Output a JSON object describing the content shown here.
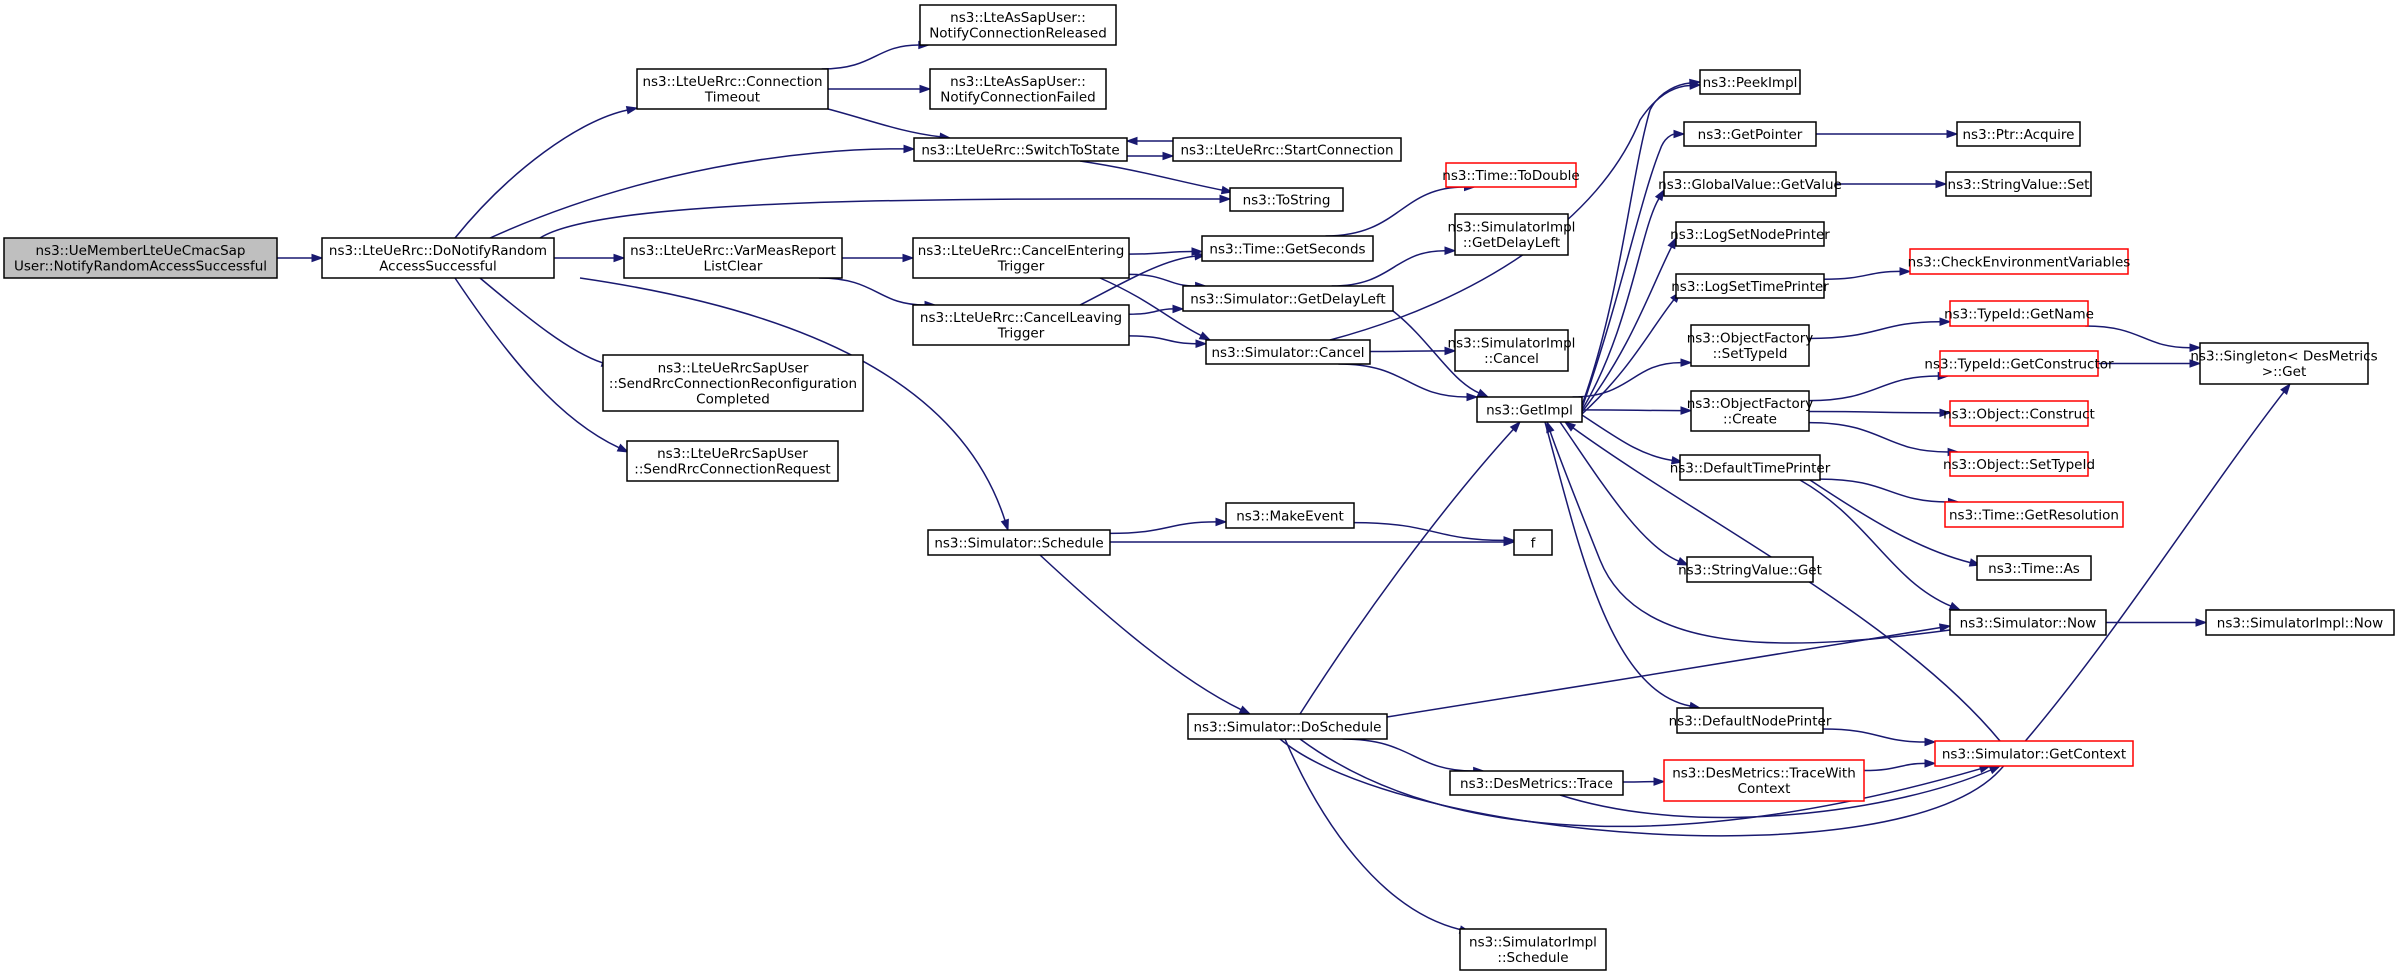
{
  "colors": {
    "edge": "#191970",
    "node_border": "#000000",
    "node_border_incomplete": "#ff0000",
    "root_fill": "#bfbfbf",
    "node_fill": "#ffffff",
    "text": "#000000"
  },
  "nodes": [
    {
      "id": "root",
      "lines": [
        "ns3::UeMemberLteUeCmacSap",
        "User::NotifyRandomAccessSuccessful"
      ],
      "style": "root"
    },
    {
      "id": "doNotify",
      "lines": [
        "ns3::LteUeRrc::DoNotifyRandom",
        "AccessSuccessful"
      ]
    },
    {
      "id": "connTimeout",
      "lines": [
        "ns3::LteUeRrc::Connection",
        "Timeout"
      ]
    },
    {
      "id": "relSap",
      "lines": [
        "ns3::LteAsSapUser::",
        "NotifyConnectionReleased"
      ]
    },
    {
      "id": "failSap",
      "lines": [
        "ns3::LteAsSapUser::",
        "NotifyConnectionFailed"
      ]
    },
    {
      "id": "switchState",
      "lines": [
        "ns3::LteUeRrc::SwitchToState"
      ]
    },
    {
      "id": "startConn",
      "lines": [
        "ns3::LteUeRrc::StartConnection"
      ]
    },
    {
      "id": "toString",
      "lines": [
        "ns3::ToString"
      ]
    },
    {
      "id": "varMeas",
      "lines": [
        "ns3::LteUeRrc::VarMeasReport",
        "ListClear"
      ]
    },
    {
      "id": "cancelEntering",
      "lines": [
        "ns3::LteUeRrc::CancelEntering",
        "Trigger"
      ]
    },
    {
      "id": "cancelLeaving",
      "lines": [
        "ns3::LteUeRrc::CancelLeaving",
        "Trigger"
      ]
    },
    {
      "id": "sendReconfig",
      "lines": [
        "ns3::LteUeRrcSapUser",
        "::SendRrcConnectionReconfiguration",
        "Completed"
      ]
    },
    {
      "id": "sendRequest",
      "lines": [
        "ns3::LteUeRrcSapUser",
        "::SendRrcConnectionRequest"
      ]
    },
    {
      "id": "toDouble",
      "lines": [
        "ns3::Time::ToDouble"
      ],
      "style": "incomplete"
    },
    {
      "id": "getSeconds",
      "lines": [
        "ns3::Time::GetSeconds"
      ]
    },
    {
      "id": "getDelayLeft",
      "lines": [
        "ns3::Simulator::GetDelayLeft"
      ]
    },
    {
      "id": "simCancel",
      "lines": [
        "ns3::Simulator::Cancel"
      ]
    },
    {
      "id": "implGetDelayLeft",
      "lines": [
        "ns3::SimulatorImpl",
        "::GetDelayLeft"
      ]
    },
    {
      "id": "implCancel",
      "lines": [
        "ns3::SimulatorImpl",
        "::Cancel"
      ]
    },
    {
      "id": "getImpl",
      "lines": [
        "ns3::GetImpl"
      ]
    },
    {
      "id": "peekImpl",
      "lines": [
        "ns3::PeekImpl"
      ]
    },
    {
      "id": "getPointer",
      "lines": [
        "ns3::GetPointer"
      ]
    },
    {
      "id": "ptrAcquire",
      "lines": [
        "ns3::Ptr::Acquire"
      ]
    },
    {
      "id": "gvGetValue",
      "lines": [
        "ns3::GlobalValue::GetValue"
      ]
    },
    {
      "id": "svSet",
      "lines": [
        "ns3::StringValue::Set"
      ]
    },
    {
      "id": "logNodePrinter",
      "lines": [
        "ns3::LogSetNodePrinter"
      ]
    },
    {
      "id": "logTimePrinter",
      "lines": [
        "ns3::LogSetTimePrinter"
      ]
    },
    {
      "id": "checkEnv",
      "lines": [
        "ns3::CheckEnvironmentVariables"
      ],
      "style": "incomplete"
    },
    {
      "id": "ofSetTypeId",
      "lines": [
        "ns3::ObjectFactory",
        "::SetTypeId"
      ]
    },
    {
      "id": "typeIdGetName",
      "lines": [
        "ns3::TypeId::GetName"
      ],
      "style": "incomplete"
    },
    {
      "id": "singletonGet",
      "lines": [
        "ns3::Singleton< DesMetrics",
        " >::Get"
      ]
    },
    {
      "id": "ofCreate",
      "lines": [
        "ns3::ObjectFactory",
        "::Create"
      ]
    },
    {
      "id": "typeIdGetCtor",
      "lines": [
        "ns3::TypeId::GetConstructor"
      ],
      "style": "incomplete"
    },
    {
      "id": "objConstruct",
      "lines": [
        "ns3::Object::Construct"
      ],
      "style": "incomplete"
    },
    {
      "id": "objSetTypeId",
      "lines": [
        "ns3::Object::SetTypeId"
      ],
      "style": "incomplete"
    },
    {
      "id": "defTimePrinter",
      "lines": [
        "ns3::DefaultTimePrinter"
      ]
    },
    {
      "id": "timeGetRes",
      "lines": [
        "ns3::Time::GetResolution"
      ],
      "style": "incomplete"
    },
    {
      "id": "timeAs",
      "lines": [
        "ns3::Time::As"
      ]
    },
    {
      "id": "svGet",
      "lines": [
        "ns3::StringValue::Get"
      ]
    },
    {
      "id": "simNow",
      "lines": [
        "ns3::Simulator::Now"
      ]
    },
    {
      "id": "implNow",
      "lines": [
        "ns3::SimulatorImpl::Now"
      ]
    },
    {
      "id": "defNodePrinter",
      "lines": [
        "ns3::DefaultNodePrinter"
      ]
    },
    {
      "id": "simGetContext",
      "lines": [
        "ns3::Simulator::GetContext"
      ],
      "style": "incomplete"
    },
    {
      "id": "simSchedule",
      "lines": [
        "ns3::Simulator::Schedule"
      ]
    },
    {
      "id": "makeEvent",
      "lines": [
        "ns3::MakeEvent"
      ]
    },
    {
      "id": "f",
      "lines": [
        "f"
      ]
    },
    {
      "id": "doSchedule",
      "lines": [
        "ns3::Simulator::DoSchedule"
      ]
    },
    {
      "id": "desTrace",
      "lines": [
        "ns3::DesMetrics::Trace"
      ]
    },
    {
      "id": "desTraceCtx",
      "lines": [
        "ns3::DesMetrics::TraceWith",
        "Context"
      ],
      "style": "incomplete"
    },
    {
      "id": "implSchedule",
      "lines": [
        "ns3::SimulatorImpl",
        "::Schedule"
      ]
    }
  ],
  "edges": [
    [
      "root",
      "doNotify"
    ],
    [
      "doNotify",
      "connTimeout"
    ],
    [
      "doNotify",
      "switchState"
    ],
    [
      "doNotify",
      "toString"
    ],
    [
      "doNotify",
      "varMeas"
    ],
    [
      "doNotify",
      "sendReconfig"
    ],
    [
      "doNotify",
      "sendRequest"
    ],
    [
      "doNotify",
      "simSchedule"
    ],
    [
      "connTimeout",
      "relSap"
    ],
    [
      "connTimeout",
      "failSap"
    ],
    [
      "connTimeout",
      "switchState"
    ],
    [
      "switchState",
      "startConn"
    ],
    [
      "switchState",
      "toString"
    ],
    [
      "startConn",
      "switchState"
    ],
    [
      "varMeas",
      "cancelEntering"
    ],
    [
      "varMeas",
      "cancelLeaving"
    ],
    [
      "cancelEntering",
      "getSeconds"
    ],
    [
      "cancelEntering",
      "getDelayLeft"
    ],
    [
      "cancelEntering",
      "simCancel"
    ],
    [
      "cancelLeaving",
      "getSeconds"
    ],
    [
      "cancelLeaving",
      "getDelayLeft"
    ],
    [
      "cancelLeaving",
      "simCancel"
    ],
    [
      "getSeconds",
      "toDouble"
    ],
    [
      "getDelayLeft",
      "implGetDelayLeft"
    ],
    [
      "getDelayLeft",
      "getImpl"
    ],
    [
      "simCancel",
      "implCancel"
    ],
    [
      "simCancel",
      "getImpl"
    ],
    [
      "simCancel",
      "peekImpl"
    ],
    [
      "getImpl",
      "peekImpl"
    ],
    [
      "getImpl",
      "getPointer"
    ],
    [
      "getImpl",
      "gvGetValue"
    ],
    [
      "getImpl",
      "logNodePrinter"
    ],
    [
      "getImpl",
      "logTimePrinter"
    ],
    [
      "getImpl",
      "ofSetTypeId"
    ],
    [
      "getImpl",
      "ofCreate"
    ],
    [
      "getImpl",
      "defTimePrinter"
    ],
    [
      "getImpl",
      "svGet"
    ],
    [
      "getImpl",
      "defNodePrinter"
    ],
    [
      "getPointer",
      "ptrAcquire"
    ],
    [
      "gvGetValue",
      "svSet"
    ],
    [
      "logTimePrinter",
      "checkEnv"
    ],
    [
      "ofSetTypeId",
      "typeIdGetName"
    ],
    [
      "typeIdGetName",
      "singletonGet"
    ],
    [
      "ofCreate",
      "typeIdGetCtor"
    ],
    [
      "ofCreate",
      "objConstruct"
    ],
    [
      "ofCreate",
      "objSetTypeId"
    ],
    [
      "typeIdGetCtor",
      "singletonGet"
    ],
    [
      "defTimePrinter",
      "timeGetRes"
    ],
    [
      "defTimePrinter",
      "timeAs"
    ],
    [
      "defTimePrinter",
      "simNow"
    ],
    [
      "simNow",
      "implNow"
    ],
    [
      "simNow",
      "getImpl"
    ],
    [
      "defNodePrinter",
      "simGetContext"
    ],
    [
      "simGetContext",
      "getImpl"
    ],
    [
      "simSchedule",
      "makeEvent"
    ],
    [
      "simSchedule",
      "f"
    ],
    [
      "simSchedule",
      "doSchedule"
    ],
    [
      "makeEvent",
      "f"
    ],
    [
      "doSchedule",
      "getImpl"
    ],
    [
      "doSchedule",
      "simNow"
    ],
    [
      "doSchedule",
      "desTrace"
    ],
    [
      "doSchedule",
      "simGetContext"
    ],
    [
      "doSchedule",
      "singletonGet"
    ],
    [
      "doSchedule",
      "implSchedule"
    ],
    [
      "desTrace",
      "desTraceCtx"
    ],
    [
      "desTrace",
      "simGetContext"
    ],
    [
      "desTraceCtx",
      "simGetContext"
    ]
  ]
}
